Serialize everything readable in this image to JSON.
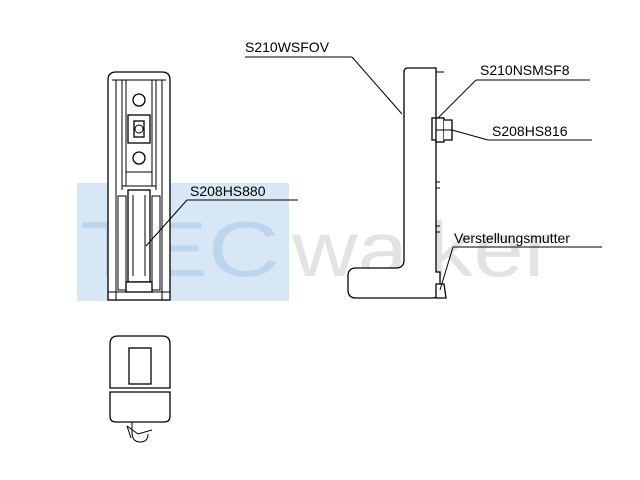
{
  "diagram": {
    "labels": {
      "frame_part": "S210WSFOV",
      "top_part": "S210NSMSF8",
      "clip_part": "S208HS816",
      "inner_part": "S208HS880",
      "adjust_nut": "Verstellungsmutter"
    },
    "watermark": {
      "prefix": "TEC",
      "suffix": "walker",
      "prefix_color": "#bcd6ee",
      "suffix_color": "#e3e3e3"
    }
  }
}
